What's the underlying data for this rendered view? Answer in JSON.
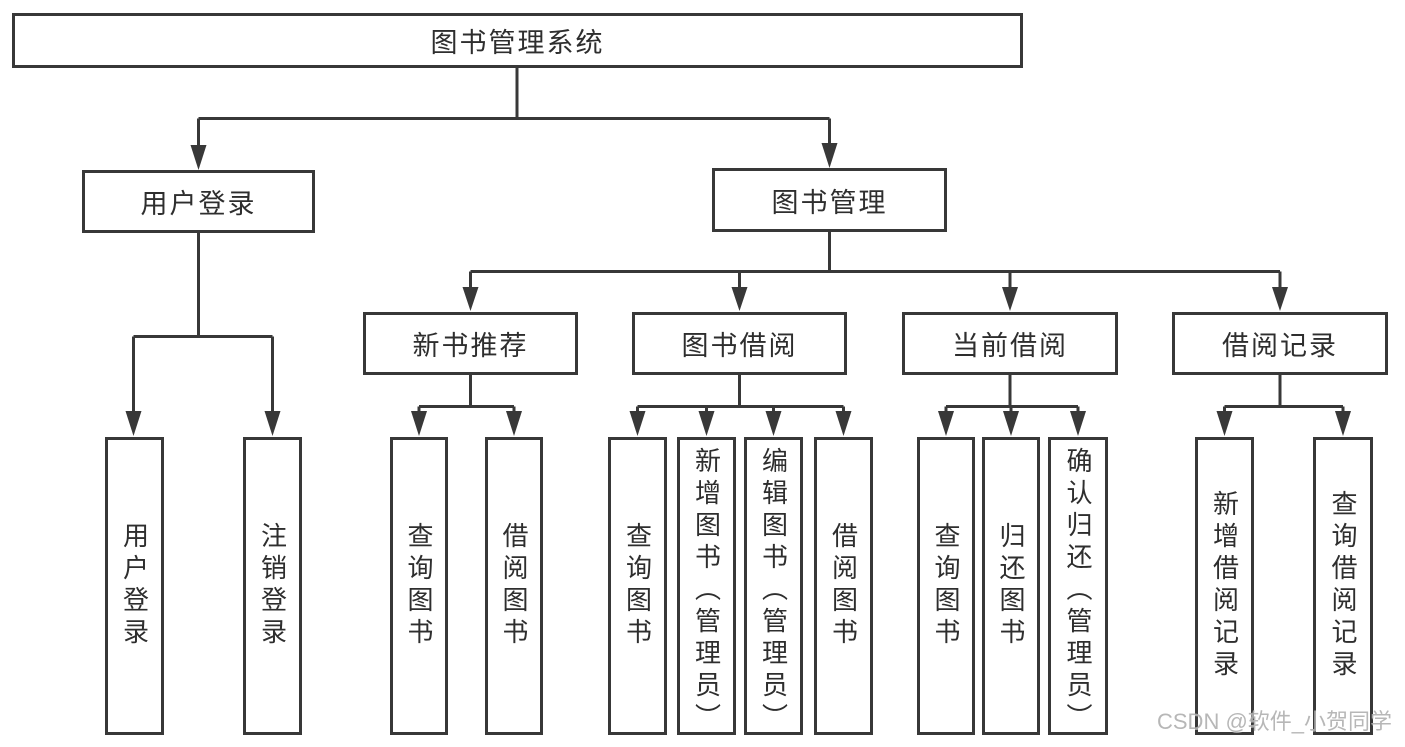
{
  "diagram": {
    "root_label": "图书管理系统",
    "user_login_branch": {
      "label": "用户登录",
      "children": [
        "用户登录",
        "注销登录"
      ]
    },
    "book_mgmt_branch": {
      "label": "图书管理",
      "groups": [
        {
          "label": "新书推荐",
          "children": [
            "查询图书",
            "借阅图书"
          ]
        },
        {
          "label": "图书借阅",
          "children": [
            "查询图书",
            "新增图书（管理员）",
            "编辑图书（管理员）",
            "借阅图书"
          ]
        },
        {
          "label": "当前借阅",
          "children": [
            "查询图书",
            "归还图书",
            "确认归还（管理员）"
          ]
        },
        {
          "label": "借阅记录",
          "children": [
            "新增借阅记录",
            "查询借阅记录"
          ]
        }
      ]
    }
  },
  "watermark": {
    "text": "CSDN @软件_小贺同学"
  },
  "colors": {
    "line": "#383838",
    "text": "#2e2e2e",
    "watermark": "#b0b0b0",
    "background": "#ffffff"
  }
}
